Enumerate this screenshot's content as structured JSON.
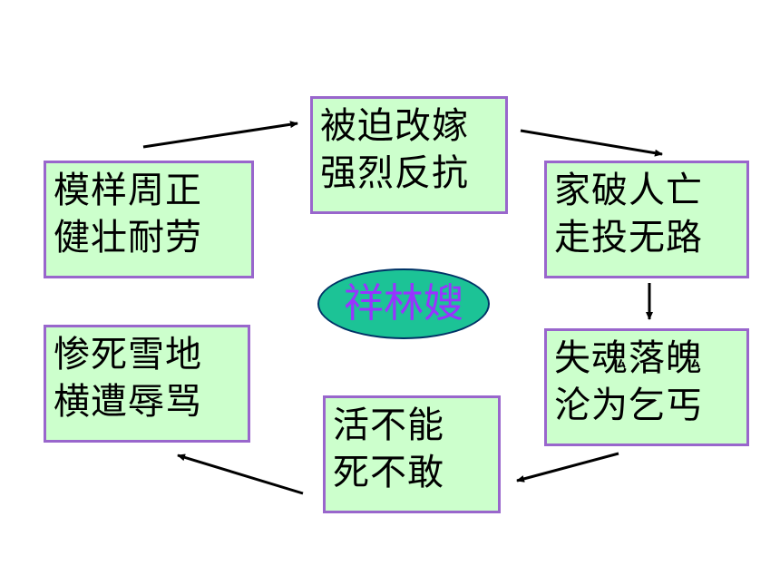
{
  "center": {
    "label": "祥林嫂"
  },
  "stages": [
    {
      "id": "healthy",
      "line1": "模样周正",
      "line2": "健壮耐劳"
    },
    {
      "id": "forced-marriage",
      "line1": "被迫改嫁",
      "line2": "强烈反抗"
    },
    {
      "id": "family-lost",
      "line1": "家破人亡",
      "line2": "走投无路"
    },
    {
      "id": "soul-lost",
      "line1": "失魂落魄",
      "line2": "沦为乞丐"
    },
    {
      "id": "cannot-live-die",
      "line1": "活不能",
      "line2": "死不敢"
    },
    {
      "id": "died-in-snow",
      "line1": "惨死雪地",
      "line2": "横遭辱骂"
    }
  ],
  "colors": {
    "box_fill": "#ccffcc",
    "box_border": "#9966cc",
    "center_fill": "#1cc396",
    "center_text": "#9933ff",
    "arrow": "#000000"
  }
}
